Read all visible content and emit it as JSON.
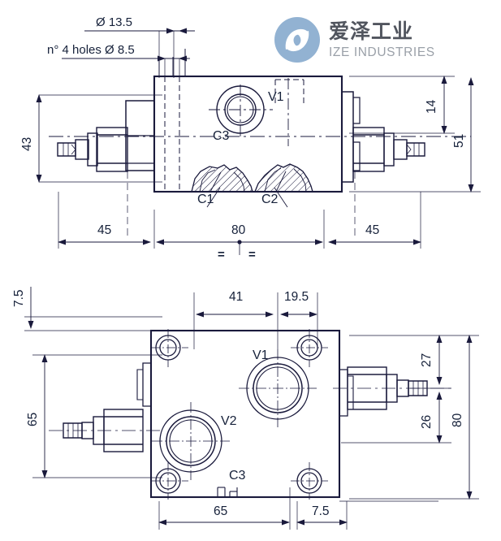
{
  "brand": {
    "logo_icon": "ize-circle-logo-icon",
    "name_cn": "爱泽工业",
    "name_en": "IZE INDUSTRIES",
    "logo_color": "#92b2d2",
    "name_cn_color": "#51555e",
    "name_en_color": "#9aa0a8"
  },
  "drawing": {
    "title": "hydraulic valve dimensional drawing",
    "line_color": "#1a1a3c",
    "background": "#ffffff",
    "views": [
      {
        "id": "front-view",
        "name": "front elevation view"
      },
      {
        "id": "top-view",
        "name": "plan view"
      }
    ]
  },
  "front_view": {
    "notes": {
      "hole_dia_counterbore": "Ø 13.5",
      "hole_count_dia": "n° 4 holes Ø 8.5"
    },
    "dimensions": {
      "left_height": "43",
      "right_upper": "14",
      "right_total": "51",
      "bottom_left": "45",
      "bottom_center": "80",
      "bottom_right": "45",
      "symmetry_left": "=",
      "symmetry_right": "="
    },
    "ports": {
      "v1": "V1",
      "c3": "C3",
      "c1": "C1",
      "c2": "C2"
    }
  },
  "top_view": {
    "dimensions": {
      "top_left_offset": "7.5",
      "top_mid": "41",
      "top_right": "19.5",
      "left_height": "65",
      "right_upper": "27",
      "right_lower": "26",
      "right_total": "80",
      "bottom_left": "65",
      "bottom_right": "7.5"
    },
    "ports": {
      "v1": "V1",
      "v2": "V2",
      "c3": "C3"
    }
  }
}
